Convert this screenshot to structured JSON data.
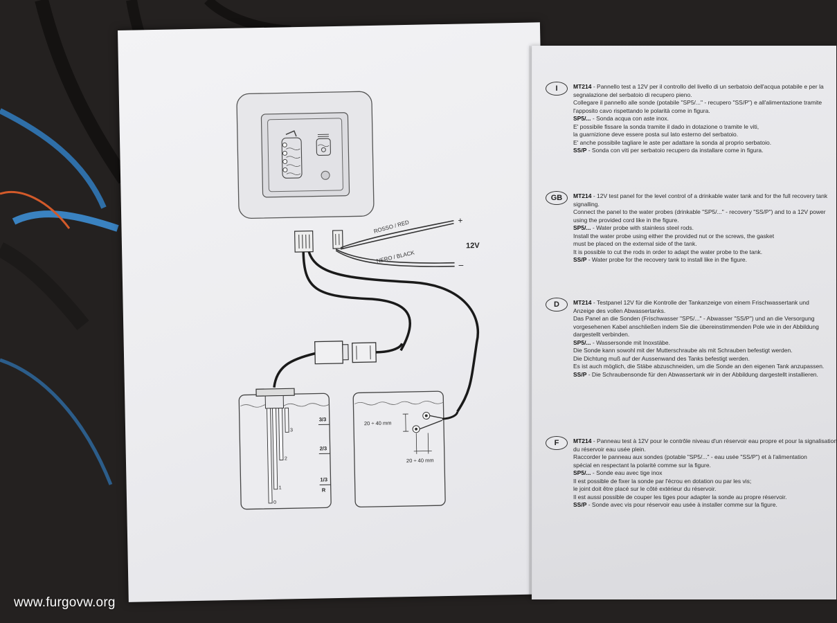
{
  "diagram": {
    "wire_red": "ROSSO / RED",
    "wire_black": "NERO / BLACK",
    "plus": "+",
    "minus": "–",
    "voltage": "12V",
    "tank_levels": [
      "3/3",
      "2/3",
      "1/3",
      "R"
    ],
    "probe_numbers": [
      "3",
      "2",
      "1",
      "0"
    ],
    "dim_vertical": "20 ÷ 40 mm",
    "dim_horizontal": "20 ÷ 40 mm"
  },
  "sections": [
    {
      "badge": "I",
      "lines": [
        {
          "b": "MT214",
          "t": " - Pannello test a 12V per il controllo del livello di un serbatoio dell'acqua potabile e per la"
        },
        {
          "t": "segnalazione del serbatoio di recupero pieno."
        },
        {
          "t": "Collegare il pannello alle sonde (potabile \"SP5/...\" - recupero \"SS/P\") e all'alimentazione tramite"
        },
        {
          "t": "l'apposito cavo rispettando le polarità come in figura."
        },
        {
          "b": "SP5/...",
          "t": " - Sonda acqua con aste inox."
        },
        {
          "t": "E' possibile fissare la sonda tramite il dado in dotazione o tramite le viti,"
        },
        {
          "t": "la guarnizione deve essere posta sul lato esterno del serbatoio."
        },
        {
          "t": "E' anche possibile tagliare le aste per adattare la sonda al proprio serbatoio."
        },
        {
          "b": "SS/P",
          "t": " - Sonda con viti per serbatoio recupero da installare come in figura."
        }
      ]
    },
    {
      "badge": "GB",
      "lines": [
        {
          "b": "MT214",
          "t": " - 12V test panel for the level control of a drinkable water tank and for the full recovery tank"
        },
        {
          "t": "signalling."
        },
        {
          "t": "Connect the panel to the water probes (drinkable \"SP5/...\" - recovery \"SS/P\") and to a 12V power"
        },
        {
          "t": "using the provided cord like in the figure."
        },
        {
          "b": "SP5/...",
          "t": " - Water probe with stainless steel rods."
        },
        {
          "t": "Install the water probe using either the provided nut or the screws, the gasket"
        },
        {
          "t": "must be placed on the external side of the tank."
        },
        {
          "t": "It is possible to cut the rods in order to adapt the water probe to the tank."
        },
        {
          "b": "SS/P",
          "t": " - Water probe for the recovery tank to install like in the figure."
        }
      ]
    },
    {
      "badge": "D",
      "lines": [
        {
          "b": "MT214",
          "t": " - Testpanel 12V für die Kontrolle der Tankanzeige von einem Frischwassertank und"
        },
        {
          "t": "Anzeige des vollen Abwassertanks."
        },
        {
          "t": "Das Panel an die Sonden (Frischwasser \"SP5/...\" - Abwasser \"SS/P\") und an die Versorgung"
        },
        {
          "t": "vorgesehenen Kabel anschließen indem Sie die übereinstimmenden Pole wie in der Abbildung"
        },
        {
          "t": "dargestellt verbinden."
        },
        {
          "b": "SP5/...",
          "t": " - Wassersonde mit Inoxstäbe."
        },
        {
          "t": "Die Sonde kann sowohl mit der Mutterschraube als mit Schrauben befestigt werden."
        },
        {
          "t": "Die Dichtung muß auf der Aussenwand des Tanks befestigt werden."
        },
        {
          "t": "Es ist auch möglich, die Stäbe abzuschneiden, um die Sonde an den eigenen Tank anzupassen."
        },
        {
          "b": "SS/P",
          "t": " - Die Schraubensonde für den Abwassertank wir in der Abbildung dargestellt installieren."
        }
      ]
    },
    {
      "badge": "F",
      "lines": [
        {
          "b": "MT214",
          "t": " - Panneau test à 12V pour le contrôle niveau d'un réservoir eau propre et pour la signalisation"
        },
        {
          "t": "du réservoir eau usée plein."
        },
        {
          "t": "Raccorder le panneau aux sondes (potable \"SP5/...\" - eau usée \"SS/P\") et à l'alimentation"
        },
        {
          "t": "spécial en respectant la polarité comme sur la figure."
        },
        {
          "b": "SP5/...",
          "t": " - Sonde eau avec tige inox"
        },
        {
          "t": "Il est possible de fixer la sonde par l'écrou en dotation ou par les vis;"
        },
        {
          "t": "le joint doit être placé sur le côté extérieur du réservoir."
        },
        {
          "t": "Il est aussi possible de couper les tiges pour adapter la sonde au propre réservoir."
        },
        {
          "b": "SS/P",
          "t": " - Sonde avec vis pour réservoir eau usée à installer comme sur la figure."
        }
      ]
    }
  ],
  "watermark": "www.furgovw.org",
  "colors": {
    "paper": "#eeeef1",
    "ink": "#2a2a2a",
    "background": "#242120",
    "cable_blue": "#2f6fa8"
  }
}
